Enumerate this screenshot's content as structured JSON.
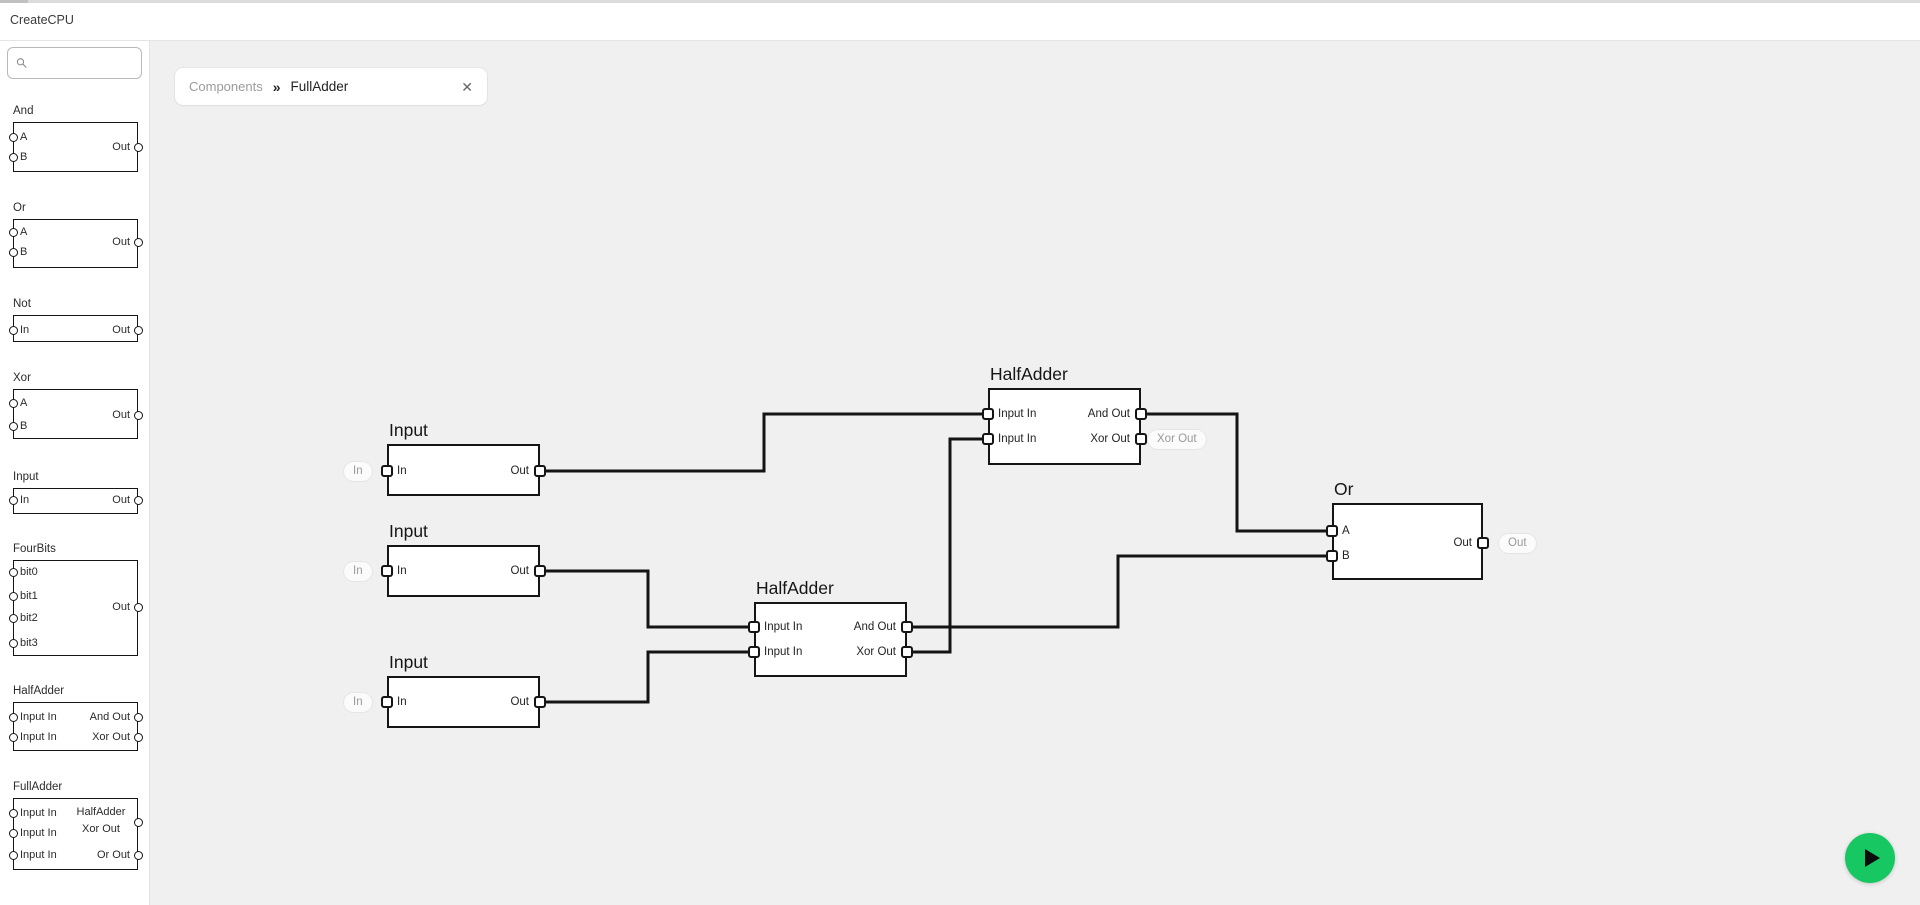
{
  "header": {
    "app_title": "CreateCPU"
  },
  "sidebar": {
    "search": {
      "placeholder": ""
    },
    "components": [
      {
        "name": "And",
        "inputs": [
          "A",
          "B"
        ],
        "outputs": [
          "Out"
        ]
      },
      {
        "name": "Or",
        "inputs": [
          "A",
          "B"
        ],
        "outputs": [
          "Out"
        ]
      },
      {
        "name": "Not",
        "inputs": [
          "In"
        ],
        "outputs": [
          "Out"
        ]
      },
      {
        "name": "Xor",
        "inputs": [
          "A",
          "B"
        ],
        "outputs": [
          "Out"
        ]
      },
      {
        "name": "Input",
        "inputs": [
          "In"
        ],
        "outputs": [
          "Out"
        ]
      },
      {
        "name": "FourBits",
        "inputs": [
          "bit0",
          "bit1",
          "bit2",
          "bit3"
        ],
        "outputs": [
          "Out"
        ]
      },
      {
        "name": "HalfAdder",
        "inputs": [
          "Input In",
          "Input In"
        ],
        "outputs": [
          "And Out",
          "Xor Out"
        ]
      },
      {
        "name": "FullAdder",
        "inputs": [
          "Input In",
          "Input In",
          "Input In"
        ],
        "outputs": [
          "HalfAdder Xor Out",
          "Or Out"
        ]
      }
    ]
  },
  "tabbar": {
    "breadcrumb": "Components",
    "separator": "»",
    "active_tab": "FullAdder",
    "close_glyph": "✕"
  },
  "canvas": {
    "nodes": [
      {
        "id": "input-1",
        "title": "Input",
        "inputs": [
          "In"
        ],
        "outputs": [
          "Out"
        ],
        "input_pill_label": "In"
      },
      {
        "id": "input-2",
        "title": "Input",
        "inputs": [
          "In"
        ],
        "outputs": [
          "Out"
        ],
        "input_pill_label": "In"
      },
      {
        "id": "input-3",
        "title": "Input",
        "inputs": [
          "In"
        ],
        "outputs": [
          "Out"
        ],
        "input_pill_label": "In"
      },
      {
        "id": "halfadder-top",
        "title": "HalfAdder",
        "inputs": [
          "Input In",
          "Input In"
        ],
        "outputs": [
          "And Out",
          "Xor Out"
        ],
        "output_pill_labels": [
          null,
          "Xor Out"
        ]
      },
      {
        "id": "halfadder-bottom",
        "title": "HalfAdder",
        "inputs": [
          "Input In",
          "Input In"
        ],
        "outputs": [
          "And Out",
          "Xor Out"
        ],
        "output_pill_labels": [
          null,
          null
        ]
      },
      {
        "id": "or-1",
        "title": "Or",
        "inputs": [
          "A",
          "B"
        ],
        "outputs": [
          "Out"
        ],
        "output_pill_labels": [
          "Out"
        ]
      }
    ],
    "connections": [
      {
        "from": "input-1.Out",
        "to": "halfadder-top.Input In 1"
      },
      {
        "from": "input-2.Out",
        "to": "halfadder-bottom.Input In 1"
      },
      {
        "from": "input-3.Out",
        "to": "halfadder-bottom.Input In 2"
      },
      {
        "from": "halfadder-bottom.Xor Out",
        "to": "halfadder-top.Input In 2"
      },
      {
        "from": "halfadder-top.And Out",
        "to": "or-1.A"
      },
      {
        "from": "halfadder-bottom.And Out",
        "to": "or-1.B"
      }
    ]
  },
  "controls": {
    "run_button_icon": "play"
  },
  "colors": {
    "accent_green": "#17c761",
    "wire": "#141414",
    "canvas_bg": "#f0f0f0",
    "pill_text": "#9a9a9a"
  }
}
